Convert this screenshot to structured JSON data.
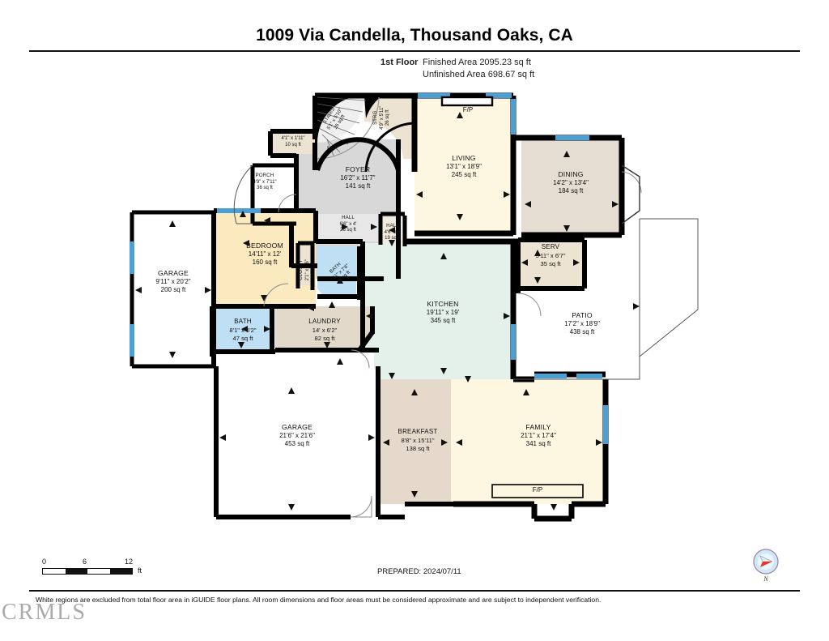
{
  "header": {
    "title": "1009 Via Candella, Thousand Oaks, CA",
    "floor_label": "1st Floor",
    "finished_area": "Finished Area 2095.23 sq ft",
    "unfinished_area": "Unfinished Area 698.67 sq ft"
  },
  "footer": {
    "prepared": "PREPARED: 2024/07/11",
    "disclaimer": "White regions are excluded from total floor area in iGUIDE floor plans. All room dimensions and floor areas must be considered approximate and are subject to independent verification.",
    "watermark": "CRMLS",
    "scale": {
      "tick_0": "0",
      "tick_mid": "6",
      "tick_end": "12",
      "unit": "ft"
    },
    "compass_label": "N"
  },
  "colors": {
    "wall": "#000000",
    "window": "#4a9fd4",
    "living": "#fdf6e0",
    "dining": "#e6ddd2",
    "bedroom": "#fbe9bf",
    "kitchen": "#e4f0ea",
    "bath": "#bfdff5",
    "laundry": "#e3d9cb",
    "foyer": "#d8d8d8",
    "breakfast": "#e5d9cc",
    "storage": "#ece3d2",
    "unfinished": "#ffffff"
  },
  "rooms": [
    {
      "id": "porch",
      "name": "PORCH",
      "dims": "4'9\" x 7'11\"",
      "area": "36 sq ft"
    },
    {
      "id": "closet-up",
      "name": "",
      "dims": "4'1\" x 1'11\"",
      "area": "10 sq ft"
    },
    {
      "id": "stairs",
      "name": "STAIRS",
      "dims": "5'1\" x 5'10\"",
      "area": "26 sq ft"
    },
    {
      "id": "strg",
      "name": "STRG",
      "dims": "4'9\" x 5'11\"",
      "area": "26 sq ft"
    },
    {
      "id": "foyer",
      "name": "FOYER",
      "dims": "16'2\" x 11'7\"",
      "area": "141 sq ft"
    },
    {
      "id": "living",
      "name": "LIVING",
      "dims": "13'1\" x 18'9\"",
      "area": "245 sq ft"
    },
    {
      "id": "dining",
      "name": "DINING",
      "dims": "14'2\" x 13'4\"",
      "area": "184 sq ft"
    },
    {
      "id": "garage-1",
      "name": "GARAGE",
      "dims": "9'11\" x 20'2\"",
      "area": "200 sq ft"
    },
    {
      "id": "bedroom",
      "name": "BEDROOM",
      "dims": "14'11\" x 12'",
      "area": "160 sq ft"
    },
    {
      "id": "hall-1",
      "name": "HALL",
      "dims": "6'6\" x 4'",
      "area": "26 sq ft"
    },
    {
      "id": "hall-2",
      "name": "HALL",
      "dims": "4'6\" x 5'",
      "area": "19 sq ft"
    },
    {
      "id": "closet",
      "name": "CLOSET",
      "dims": "2'1\" x 7'6\"",
      "area": "16 sq ft"
    },
    {
      "id": "bath-mid",
      "name": "BATH",
      "dims": "4'11\" x 7'6\"",
      "area": "34 sq ft"
    },
    {
      "id": "bath-low",
      "name": "BATH",
      "dims": "8'1\" x 6'2\"",
      "area": "47 sq ft"
    },
    {
      "id": "laundry",
      "name": "LAUNDRY",
      "dims": "14' x 6'2\"",
      "area": "82 sq ft"
    },
    {
      "id": "kitchen",
      "name": "KITCHEN",
      "dims": "19'11\" x 19'",
      "area": "345 sq ft"
    },
    {
      "id": "serv",
      "name": "SERV",
      "dims": "5'11\" x 6'7\"",
      "area": "35 sq ft"
    },
    {
      "id": "patio",
      "name": "PATIO",
      "dims": "17'2\" x 18'9\"",
      "area": "438 sq ft"
    },
    {
      "id": "garage-2",
      "name": "GARAGE",
      "dims": "21'6\" x 21'6\"",
      "area": "453 sq ft"
    },
    {
      "id": "breakfast",
      "name": "BREAKFAST",
      "dims": "8'8\" x 15'11\"",
      "area": "138 sq ft"
    },
    {
      "id": "family",
      "name": "FAMILY",
      "dims": "21'1\" x 17'4\"",
      "area": "341 sq ft"
    }
  ],
  "fixtures": {
    "fireplace_living": "F/P",
    "fireplace_family": "F/P",
    "stairs_direction": "UP"
  }
}
